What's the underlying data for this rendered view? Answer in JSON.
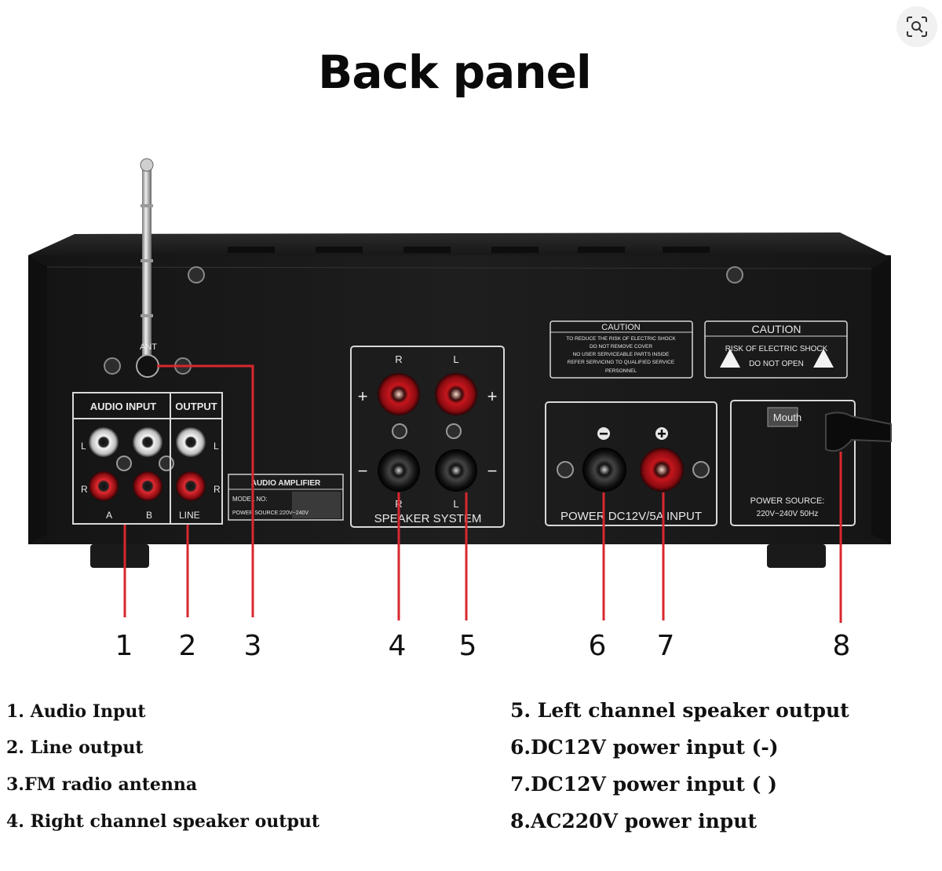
{
  "page_title": "Back panel",
  "toolbar": {
    "lens_icon": "visual-search-icon"
  },
  "panel_labels": {
    "antenna": "ANT",
    "audio_input": "AUDIO INPUT",
    "output": "OUTPUT",
    "l": "L",
    "r": "R",
    "a": "A",
    "b": "B",
    "line": "LINE",
    "nameplate_title": "AUDIO AMPLIFIER",
    "nameplate_model": "MODEL NO:",
    "nameplate_power": "POWER SOURCE:220V~240V",
    "speaker_system": "SPEAKER SYSTEM",
    "plus": "+",
    "minus": "−",
    "caution1_title": "CAUTION",
    "caution1_lines": [
      "TO REDUCE THE RISK OF ELECTRIC SHOCK",
      "DO NOT REMOVE COVER",
      "NO USER SERVICEABLE PARTS INSIDE",
      "REFER SERVICING TO QUALIFIED SERVICE",
      "PERSONNEL"
    ],
    "caution2_title": "CAUTION",
    "caution2_line1": "RISK OF ELECTRIC SHOCK",
    "caution2_line2": "DO NOT OPEN",
    "power_dc": "POWER DC12V/5A INPUT",
    "mouth": "Mouth",
    "power_source_1": "POWER SOURCE:",
    "power_source_2": "220V~240V 50Hz"
  },
  "callout_numbers": [
    "1",
    "2",
    "3",
    "4",
    "5",
    "6",
    "7",
    "8"
  ],
  "legend": {
    "left": [
      "1. Audio Input",
      "2. Line output",
      "3.FM radio antenna",
      "4. Right channel speaker output"
    ],
    "right": [
      "5. Left channel speaker output",
      "6.DC12V power input (-)",
      "7.DC12V power input ( )",
      "8.AC220V power input"
    ]
  },
  "colors": {
    "callout_line": "#d9272e",
    "chassis": "#1b1b1b",
    "panel_line": "#d8d8d8"
  }
}
